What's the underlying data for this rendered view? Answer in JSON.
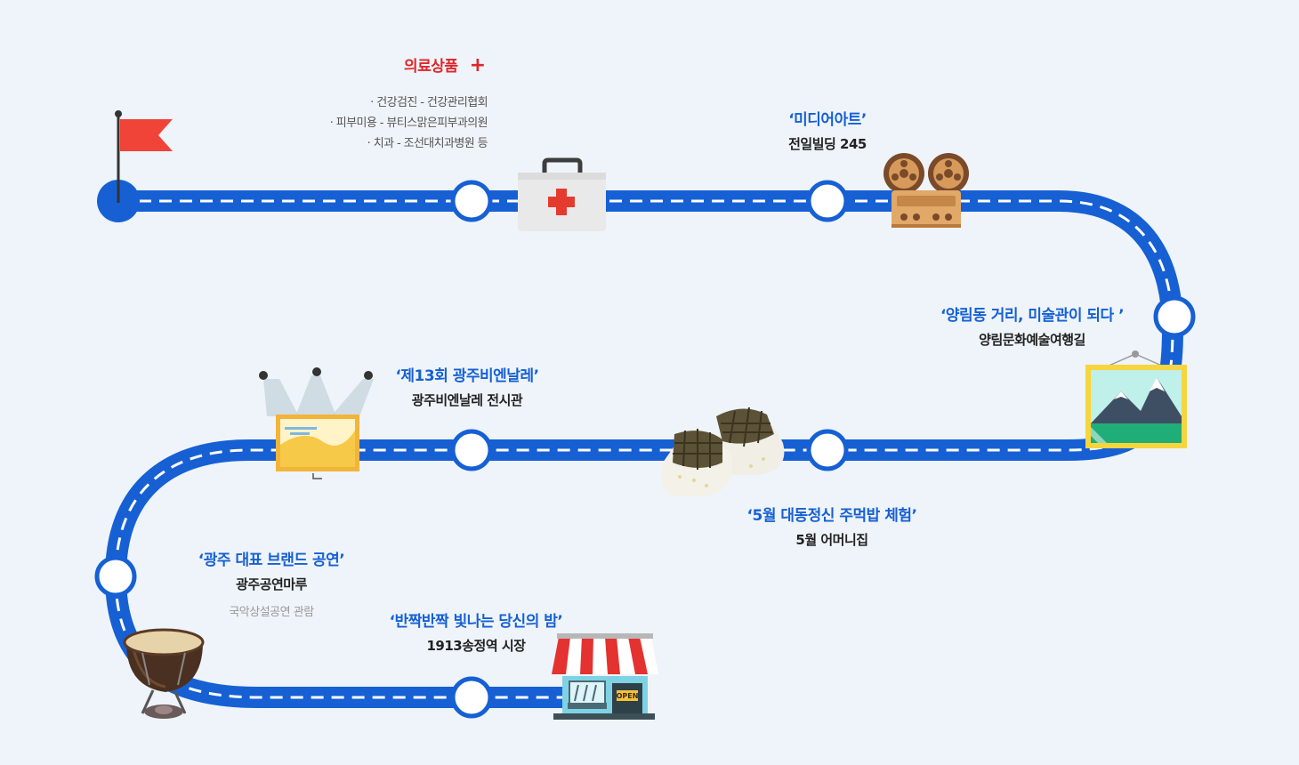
{
  "medical": {
    "title": "의료상품",
    "plus_icon": "plus-icon",
    "items": [
      "· 건강검진 - 건강관리협회",
      "· 피부미용 - 뷰티스맑은피부과의원",
      "· 치과 - 조선대치과병원 등"
    ]
  },
  "stops": {
    "media_art": {
      "title": "‘미디어아트’",
      "place": "전일빌딩 245"
    },
    "yangnim": {
      "title": "‘양림동 거리, 미술관이 되다 ’",
      "place": "양림문화예술여행길"
    },
    "biennale": {
      "title": "‘제13회 광주비엔날레’",
      "place": "광주비엔날레 전시관"
    },
    "may18": {
      "title": "‘5월 대동정신 주먹밥 체험’",
      "place": "5월 어머니집"
    },
    "performance": {
      "title": "‘광주 대표 브랜드 공연’",
      "place": "광주공연마루",
      "note": "국악상설공연 관람"
    },
    "night": {
      "title": "‘반짝반짝 빛나는 당신의 밤’",
      "place": "1913송정역 시장"
    }
  },
  "icons": [
    "start-flag-icon",
    "first-aid-kit-icon",
    "film-projector-icon",
    "mountain-painting-icon",
    "spotlight-painting-icon",
    "rice-ball-icon",
    "drum-icon",
    "market-stall-icon"
  ],
  "shop_sign": "OPEN",
  "colors": {
    "route": "#1660d4",
    "accent_red": "#e0262a",
    "background": "#eef4f9"
  }
}
